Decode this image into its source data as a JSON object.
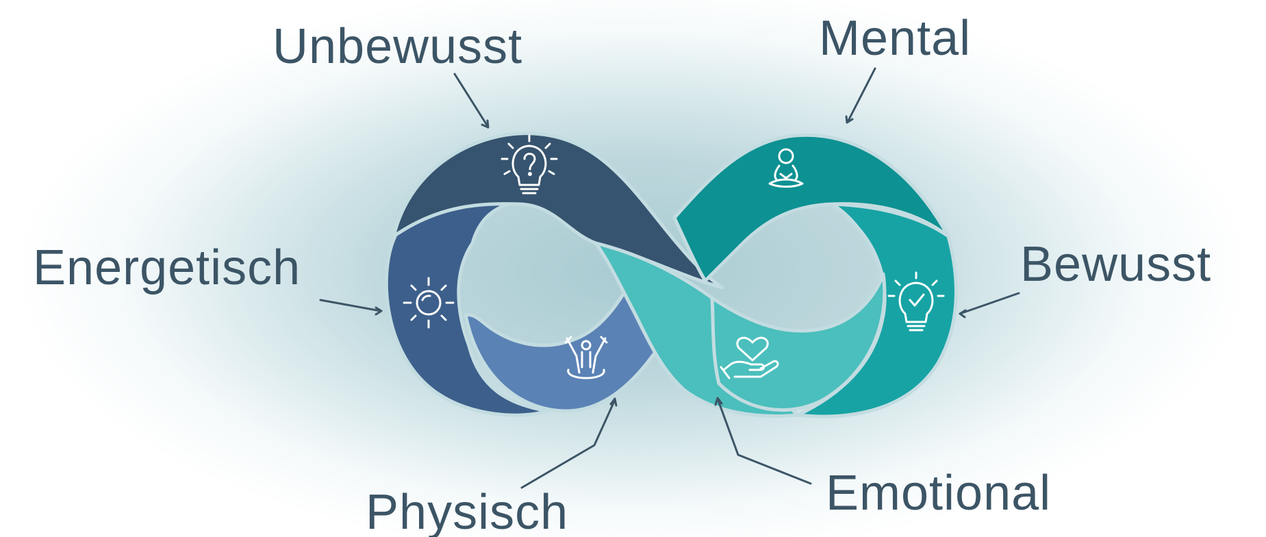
{
  "labels": {
    "unbewusst": "Unbewusst",
    "mental": "Mental",
    "energetisch": "Energetisch",
    "bewusst": "Bewusst",
    "physisch": "Physisch",
    "emotional": "Emotional"
  },
  "segments": [
    {
      "key": "unbewusst",
      "color": "#36546f",
      "icon": "lightbulb-question-icon"
    },
    {
      "key": "energetisch",
      "color": "#3d5f8b",
      "icon": "sun-icon"
    },
    {
      "key": "physisch",
      "color": "#5b82b5",
      "icon": "person-arms-raised-icon"
    },
    {
      "key": "mental",
      "color": "#0d9192",
      "icon": "meditation-person-icon"
    },
    {
      "key": "bewusst",
      "color": "#17a3a4",
      "icon": "lightbulb-check-icon"
    },
    {
      "key": "emotional",
      "color": "#4bbfbd",
      "icon": "heart-hand-icon"
    }
  ],
  "colors": {
    "label_text": "#3c5566",
    "background_center": "#a9cbd2",
    "background_edge": "#ffffff"
  }
}
